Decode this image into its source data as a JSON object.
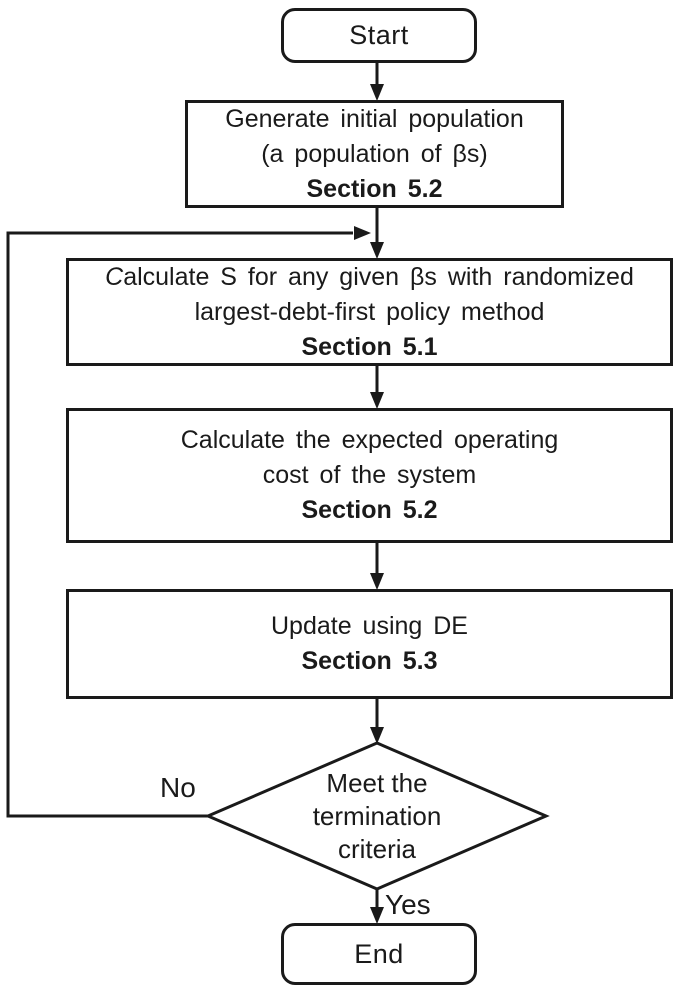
{
  "diagram": {
    "nodes": {
      "start": {
        "label": "Start"
      },
      "generate_population": {
        "line1": "Generate initial population",
        "line2": "(a population of βs)",
        "section_ref": "Section 5.2"
      },
      "calculate_s": {
        "line1": "Calculate S for any given βs with randomized",
        "line2": "largest-debt-first policy method",
        "section_ref": "Section 5.1"
      },
      "calculate_cost": {
        "line1": "Calculate the expected operating",
        "line2": "cost of the system",
        "section_ref": "Section 5.2"
      },
      "update_de": {
        "line1": "Update using DE",
        "section_ref": "Section 5.3"
      },
      "decision": {
        "line1": "Meet the",
        "line2": "termination",
        "line3": "criteria"
      },
      "end": {
        "label": "End"
      }
    },
    "edge_labels": {
      "no": "No",
      "yes": "Yes"
    },
    "colors": {
      "stroke": "#1a1a1a",
      "text": "#1a1a1a",
      "background": "#ffffff"
    }
  }
}
